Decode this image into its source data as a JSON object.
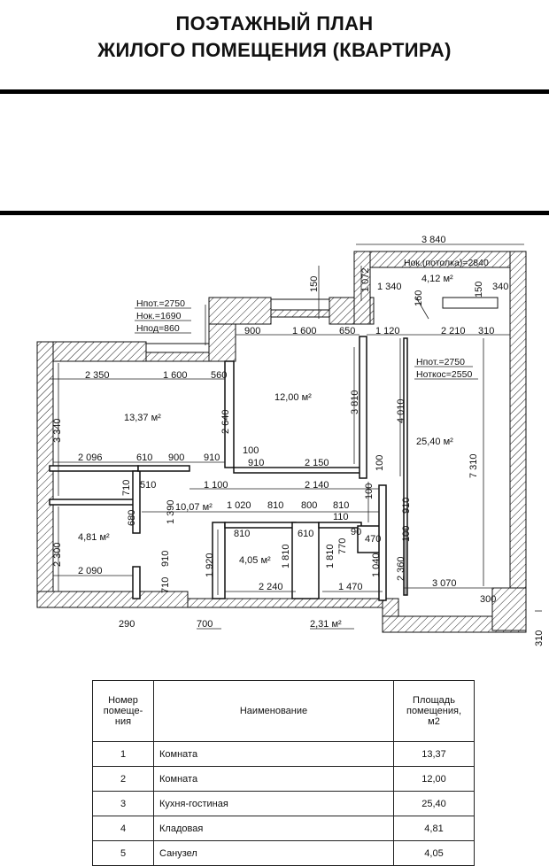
{
  "header": {
    "line1": "ПОЭТАЖНЫЙ ПЛАН",
    "line2": "ЖИЛОГО ПОМЕЩЕНИЯ (КВАРТИРА)"
  },
  "plan": {
    "room_areas": {
      "r1": "13,37 м²",
      "r2": "12,00 м²",
      "r3": "25,40 м²",
      "r4": "4,81 м²",
      "r5": "4,05 м²",
      "hall": "10,07 м²",
      "balcony": "4,12 м²",
      "wc": "2,31 м²"
    },
    "heights_left": [
      "Hпот.=2750",
      "Hок.=1690",
      "Hпод=860"
    ],
    "heights_balcony": "Hок.(потолка)=2840",
    "heights_kitchen": [
      "Hпот.=2750",
      "Hоткос=2550"
    ],
    "dims": {
      "d3840": "3 840",
      "d1072": "1 072",
      "d1340": "1 340",
      "d150a": "150",
      "d150b": "150",
      "d340": "340",
      "d160": "160",
      "d900": "900",
      "d1600a": "1 600",
      "d650": "650",
      "d1120": "1 120",
      "d2210": "2 210",
      "d310a": "310",
      "d2350": "2 350",
      "d1600b": "1 600",
      "d560": "560",
      "d3810": "3 810",
      "d4010": "4 010",
      "d7310": "7 310",
      "d3340": "3 340",
      "d2640": "2 640",
      "d2096": "2 096",
      "d610a": "610",
      "d900b": "900",
      "d910a": "910",
      "d100a": "100",
      "d910b": "910",
      "d2150": "2 150",
      "d100b": "100",
      "d710a": "710",
      "d510": "510",
      "d1100": "1 100",
      "d2140": "2 140",
      "d100c": "100",
      "d680": "680",
      "d1390": "1 390",
      "d1020": "1 020",
      "d810a": "810",
      "d800": "800",
      "d810b": "810",
      "d110": "110",
      "d910c": "910",
      "d810c": "810",
      "d610b": "610",
      "d90": "90",
      "d470": "470",
      "d100d": "100",
      "d2300": "2 300",
      "d910d": "910",
      "d1920": "1 920",
      "d1810a": "1 810",
      "d770": "770",
      "d1810b": "1 810",
      "d1040": "1 040",
      "d2360": "2 360",
      "d2090": "2 090",
      "d710b": "710",
      "d2240": "2 240",
      "d1470": "1 470",
      "d3070": "3 070",
      "d300": "300",
      "d290": "290",
      "d700": "700",
      "d310b": "310"
    }
  },
  "table": {
    "headers": [
      "Номер помеще-ния",
      "Наименование",
      "Площадь помещения, м2"
    ],
    "rows": [
      {
        "num": "1",
        "name": "Комната",
        "area": "13,37"
      },
      {
        "num": "2",
        "name": "Комната",
        "area": "12,00"
      },
      {
        "num": "3",
        "name": "Кухня-гостиная",
        "area": "25,40"
      },
      {
        "num": "4",
        "name": "Кладовая",
        "area": "4,81"
      },
      {
        "num": "5",
        "name": "Санузел",
        "area": "4,05"
      }
    ]
  }
}
